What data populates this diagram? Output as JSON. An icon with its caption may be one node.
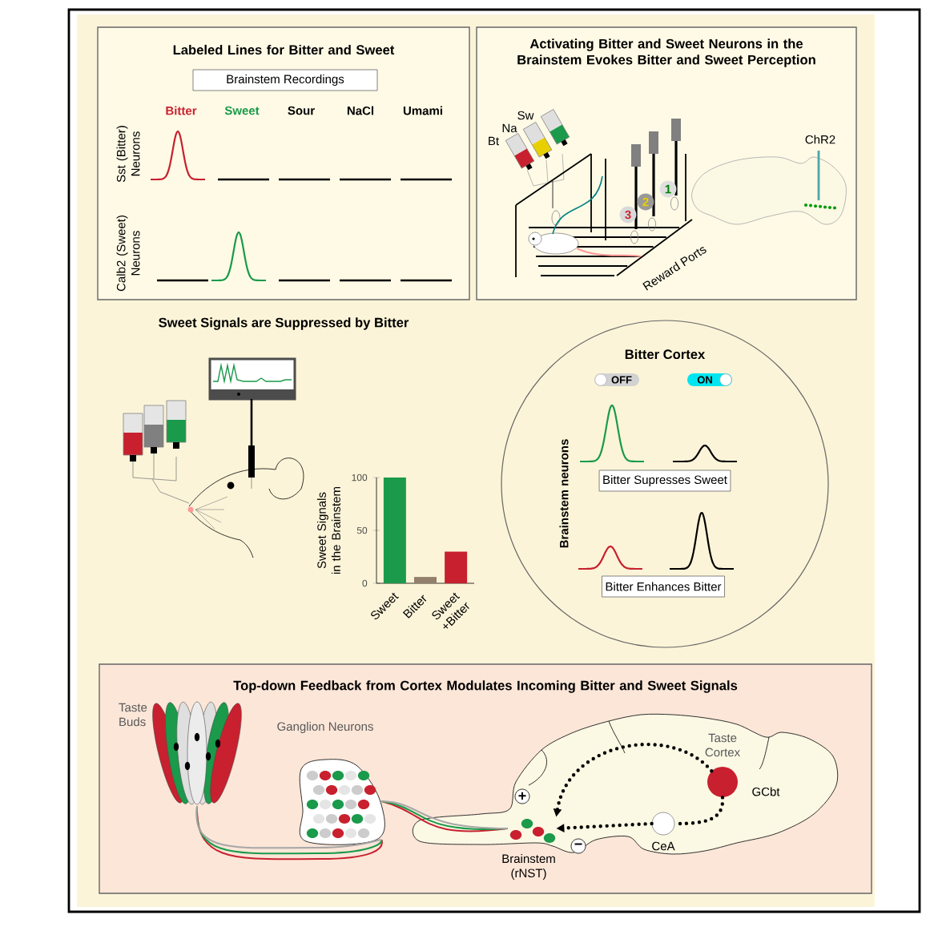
{
  "diagram": {
    "nodes": [
      {
        "text": [
          "Labeled Lines for Bitter and Sweet"
        ]
      },
      {
        "text": [
          "Brainstem Recordings"
        ],
        "in": 0
      },
      {
        "text": [
          "Activating Bitter and Sweet Neurons in the Brainstem Evokes Bitter and Sweet Perception"
        ]
      },
      {
        "text": [
          "Bitter Cortex"
        ]
      },
      {
        "text": [
          "Bitter Supresses Sweet"
        ],
        "in": 3
      },
      {
        "text": [
          "Bitter Enhances Bitter"
        ],
        "in": 3
      },
      {
        "text": [
          "Top-down Feedback from Cortex Modulates Incoming Bitter and Sweet Signals"
        ]
      },
      {
        "text": [
          "Taste Buds"
        ],
        "in": 6
      },
      {
        "text": [
          "Ganglion Neurons"
        ],
        "in": 6
      },
      {
        "text": [
          "GCbt"
        ],
        "beside": [
          "Taste Cortex"
        ],
        "in": 6
      },
      {
        "text": [
          "CeA"
        ],
        "in": 6
      },
      {
        "text": [
          "Brainstem (rNST)"
        ],
        "in": 6
      }
    ],
    "edges": [
      {
        "from": 7,
        "to": 8,
        "arrow": "none",
        "color": "#c8202e"
      },
      {
        "from": 8,
        "to": 11,
        "arrow": "none",
        "color": "#c8202e"
      },
      {
        "from": 9,
        "to": 11,
        "arrow": "to",
        "style": "dashed",
        "label": "+"
      },
      {
        "from": 9,
        "to": 10,
        "arrow": "none",
        "style": "dashed"
      },
      {
        "from": 10,
        "to": 11,
        "arrow": "to",
        "style": "dashed",
        "label": "−"
      }
    ],
    "labels": [
      "Bitter",
      "Sweet",
      "Sour",
      "NaCl",
      "Umami",
      "Sst (Bitter) Neurons",
      "Calb2 (Sweet) Neurons",
      "Bt",
      "Na",
      "Sw",
      "3",
      "2",
      "1",
      "Reward Ports",
      "ChR2",
      "Sweet Signals are Suppressed by Bitter",
      "OFF",
      "ON",
      "Brainstem neurons"
    ],
    "chart_data": {
      "type": "bar",
      "ylabel": "Sweet Signals in the Brainstem",
      "categories": [
        "Sweet",
        "Bitter",
        "Sweet +Bitter"
      ],
      "values": [
        100,
        6,
        30
      ],
      "ylim": [
        0,
        100
      ],
      "yticks": [
        0,
        50,
        100
      ]
    }
  }
}
